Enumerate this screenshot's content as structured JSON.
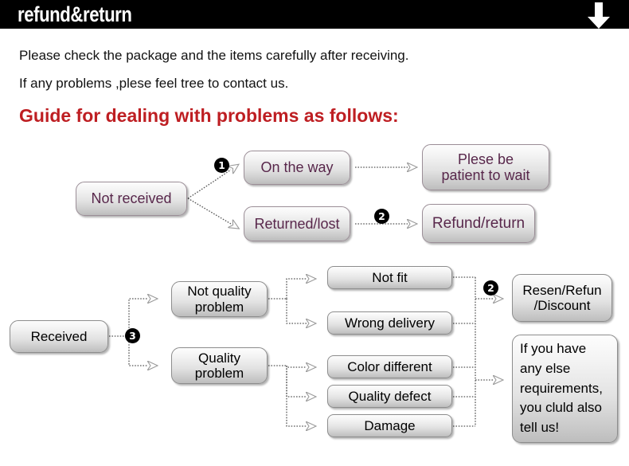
{
  "header": {
    "title": "refund&return",
    "arrow_icon": "down-arrow-icon",
    "bg_color": "#000000",
    "text_color": "#ffffff"
  },
  "intro": {
    "line1": "Please check the package and the items carefully after receiving.",
    "line2": "If any problems ,plese feel tree to contact us."
  },
  "guide": {
    "heading": "Guide for dealing with problems as follows:",
    "heading_color": "#be1e22"
  },
  "flow_not_received": {
    "step_markers": [
      "1",
      "2"
    ],
    "source": {
      "label": "Not received"
    },
    "branches": [
      {
        "label": "On the way",
        "outcome": "Plese be\npatient to wait"
      },
      {
        "label": "Returned/lost",
        "outcome": "Refund/return"
      }
    ],
    "boxes": {
      "not_received": "Not received",
      "on_the_way": "On the way",
      "returned_lost": "Returned/lost",
      "plese_be_patient_l1": "Plese be",
      "plese_be_patient_l2": "patient to wait",
      "refund_return": "Refund/return"
    }
  },
  "flow_received": {
    "step_markers": [
      "3",
      "2"
    ],
    "boxes": {
      "received": "Received",
      "not_quality_problem_l1": "Not quality",
      "not_quality_problem_l2": "problem",
      "quality_problem_l1": "Quality",
      "quality_problem_l2": "problem",
      "not_fit": "Not fit",
      "wrong_delivery": "Wrong delivery",
      "color_different": "Color different",
      "quality_defect": "Quality defect",
      "damage": "Damage",
      "resend_refund_l1": "Resen/Refun",
      "resend_refund_l2": "/Discount",
      "contact_l1": "If you have",
      "contact_l2": "any else",
      "contact_l3": "requirements,",
      "contact_l4": "you cluld also",
      "contact_l5": "tell us!"
    },
    "issue_categories": {
      "not_quality_problem": [
        "Not fit",
        "Wrong delivery"
      ],
      "quality_problem": [
        "Color different",
        "Quality defect",
        "Damage"
      ]
    },
    "outcomes": [
      "Resen/Refun /Discount",
      "If you have any else requirements, you cluld also tell us!"
    ]
  },
  "style": {
    "box_text_color": "#000000",
    "purple_text_color": "#58274b",
    "box_border_color": "#8d8d8d",
    "connector_color": "#6b6b6b"
  }
}
